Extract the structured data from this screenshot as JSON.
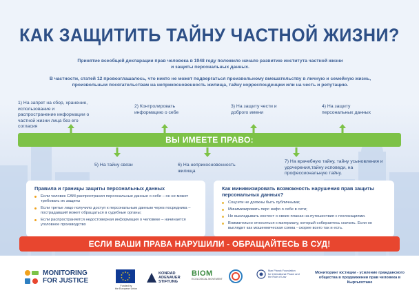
{
  "title": "КАК ЗАЩИТИТЬ ТАЙНУ ЧАСТНОЙ ЖИЗНИ?",
  "intro": [
    "Принятие всеобщей декларации прав человека в 1948 году положило начало развитию института частной жизни",
    "и защиты персональных данных."
  ],
  "intro2": [
    "В частности, статей 12 провозглашалось, что никто не может подвергаться произвольному вмешательству в личную и семейную жизнь,",
    "произвольным посягательствам на неприкосновенность жилища, тайну корреспонденции или на честь и репутацию."
  ],
  "rights_top": [
    {
      "text": "1) На запрет на сбор, хранение, использование и распространение информации о частной жизни лица без его согласия"
    },
    {
      "text": "2) Контролировать информацию о себе"
    },
    {
      "text": "3) На защиту чести и доброго имени"
    },
    {
      "text": "4) На защиту персональных данных"
    }
  ],
  "banner": "ВЫ ИМЕЕТЕ ПРАВО:",
  "rights_bottom": [
    {
      "text": "5) На тайну связи"
    },
    {
      "text": "6) На неприкосновенность жилища"
    },
    {
      "text": "7) На врачебную тайну, тайну усыновления и удочерения,тайну исповеди, на профессиональную тайну."
    }
  ],
  "card_left": {
    "title": "Правила и границы защиты персональных данных",
    "items": [
      "Если человек САМ распространил персональные данные о себе – он не может требовать их защиты",
      "Если третье лицо получило доступ к персональным данным через посредника – пострадавший может обращаться в судебные органы;",
      "Если распространяется недостоверная информация о человеке – начинается уголовное производство"
    ]
  },
  "card_right": {
    "title": "Как минимизировать возможность нарушения прав защиты персональных данных?",
    "items": [
      "Соцсети не должны быть публичными;",
      "Минимизировать перс инфо о себе в сети;",
      "Не выкладывать контент о своих планах на путешествия с геолокациями.",
      "Внимательно относиться к материалу, который собираетесь скачать. Если он выглядит как мошенническая схема - скорее всего так и есть."
    ]
  },
  "alert": "ЕСЛИ ВАШИ ПРАВА НАРУШИЛИ - ОБРАЩАЙТЕСЬ В СУД!",
  "footer": {
    "mfj_line1": "MONITORING",
    "mfj_line2": "FOR JUSTICE",
    "eu_caption_1": "Funded by",
    "eu_caption_2": "the European Union",
    "kas_line1": "KONRAD",
    "kas_line2": "ADENAUER",
    "kas_line3": "STIFTUNG",
    "biom_word": "BIOM",
    "biom_sub": "ECOLOGICAL MOVEMENT",
    "mpf_line1": "Max Planck Foundation",
    "mpf_line2": "for International Peace and",
    "mpf_line3": "the Rule of Law",
    "right_text": "Мониторинг юстиции - усиление гражданского общества в продвижении прав человека в Кыргызстане"
  },
  "colors": {
    "title": "#2d4f86",
    "banner": "#7dc247",
    "arrow": "#7dc247",
    "alert": "#e8462f",
    "bullet": "#f0a21d"
  }
}
